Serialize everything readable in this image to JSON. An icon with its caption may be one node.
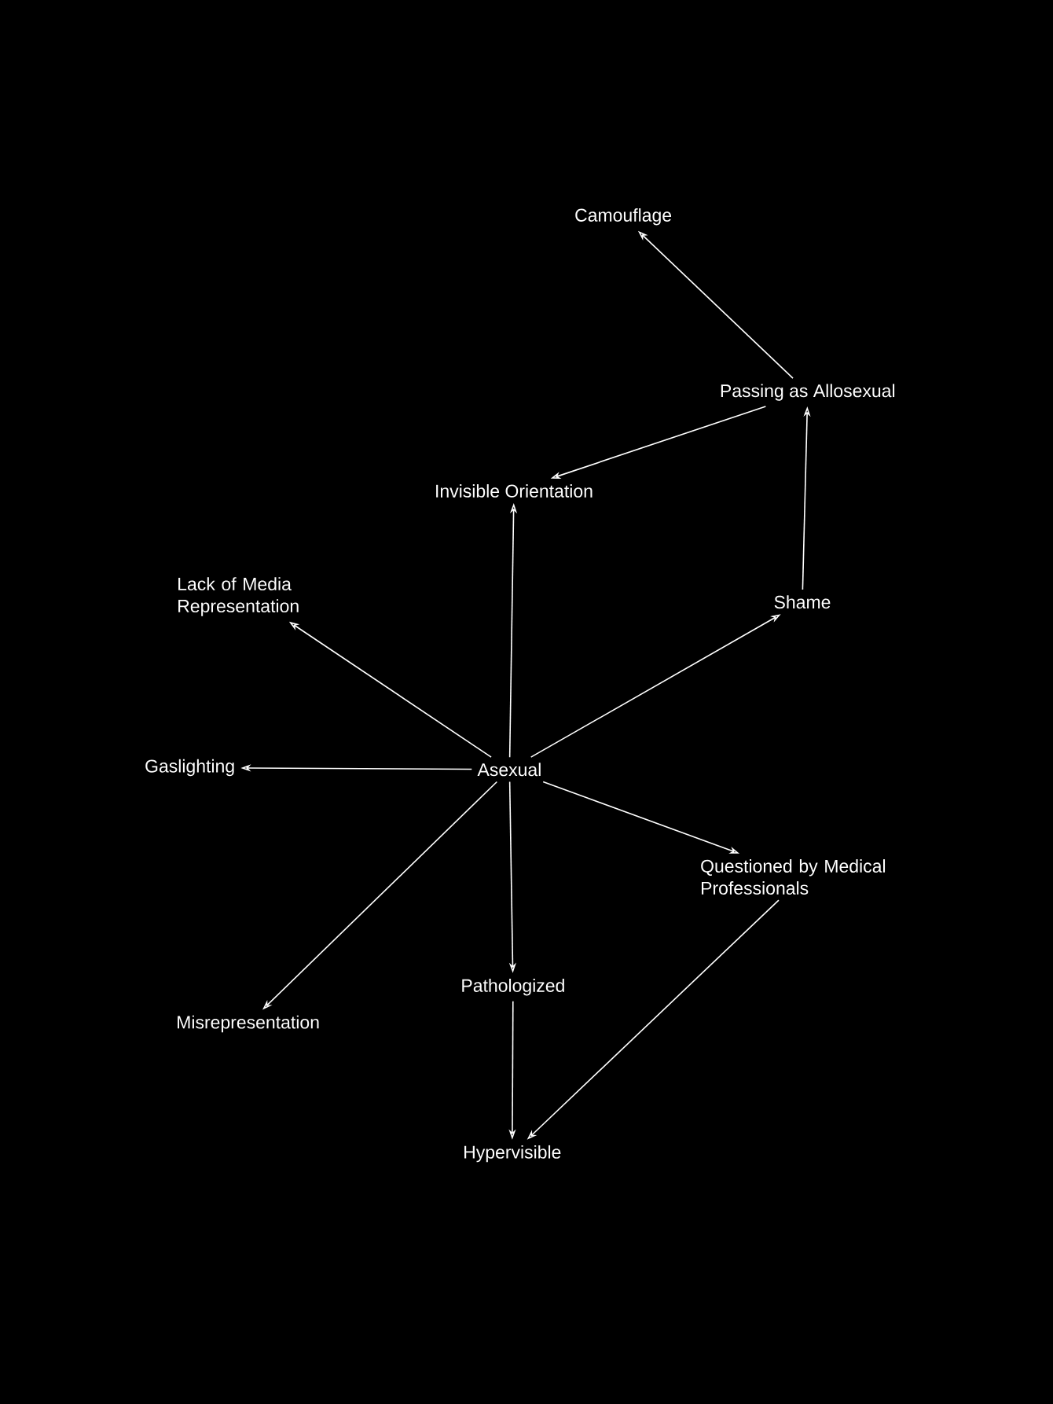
{
  "diagram": {
    "nodes": [
      {
        "text": [
          "Asexual"
        ]
      },
      {
        "text": [
          "Camouflage"
        ]
      },
      {
        "text": [
          "Passing as Allosexual"
        ]
      },
      {
        "text": [
          "Invisible Orientation"
        ]
      },
      {
        "text": [
          "Lack of Media Representation"
        ]
      },
      {
        "text": [
          "Shame"
        ]
      },
      {
        "text": [
          "Gaslighting"
        ]
      },
      {
        "text": [
          "Questioned by Medical Professionals"
        ]
      },
      {
        "text": [
          "Misrepresentation"
        ]
      },
      {
        "text": [
          "Pathologized"
        ]
      },
      {
        "text": [
          "Hypervisible"
        ]
      }
    ],
    "edges": [
      {
        "from": 0,
        "to": 3,
        "arrow": "to"
      },
      {
        "from": 0,
        "to": 4,
        "arrow": "to"
      },
      {
        "from": 0,
        "to": 5,
        "arrow": "to"
      },
      {
        "from": 0,
        "to": 6,
        "arrow": "to"
      },
      {
        "from": 0,
        "to": 7,
        "arrow": "to"
      },
      {
        "from": 0,
        "to": 8,
        "arrow": "to"
      },
      {
        "from": 0,
        "to": 9,
        "arrow": "to"
      },
      {
        "from": 9,
        "to": 10,
        "arrow": "to"
      },
      {
        "from": 7,
        "to": 10,
        "arrow": "to"
      },
      {
        "from": 5,
        "to": 2,
        "arrow": "to"
      },
      {
        "from": 2,
        "to": 3,
        "arrow": "to"
      },
      {
        "from": 2,
        "to": 1,
        "arrow": "to"
      }
    ]
  }
}
